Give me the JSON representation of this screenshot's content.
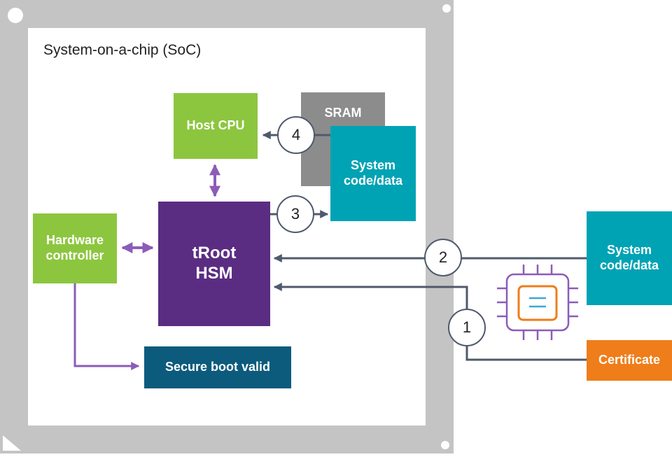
{
  "soc_title": "System-on-a-chip (SoC)",
  "blocks": {
    "host_cpu": "Host CPU",
    "sram": "SRAM",
    "system_code_internal": "System\ncode/data",
    "hardware_controller": "Hardware\ncontroller",
    "troot_hsm": "tRoot\nHSM",
    "secure_boot": "Secure boot valid",
    "system_code_external": "System\ncode/data",
    "certificate": "Certificate"
  },
  "steps": [
    "1",
    "2",
    "3",
    "4"
  ],
  "colors": {
    "package": "#c4c4c4",
    "green": "#8cc63f",
    "gray": "#8c8c8c",
    "teal": "#00a3b4",
    "purple": "#5a2d82",
    "navy": "#0c5b7d",
    "orange": "#ef7d1a",
    "arrow": "#4f5a6b",
    "link": "#8b5cb8"
  }
}
